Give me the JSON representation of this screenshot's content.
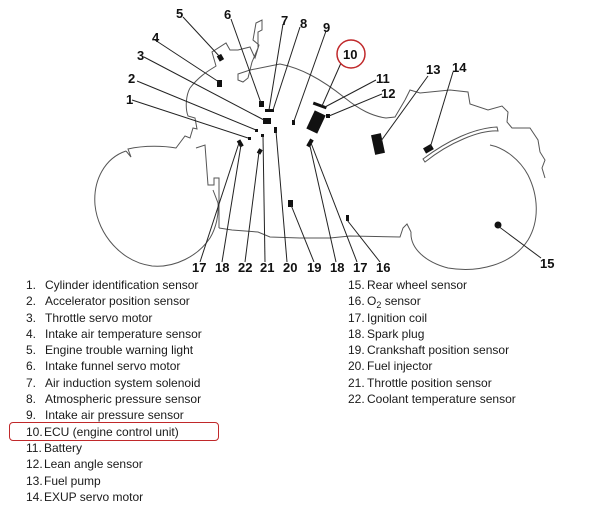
{
  "diagram": {
    "title": "Engine control component locations",
    "highlighted_callout": "10",
    "highlight_color": "#c0282a",
    "callouts_top": [
      "1",
      "2",
      "3",
      "4",
      "5",
      "6",
      "7",
      "8",
      "9",
      "10",
      "11",
      "12",
      "13",
      "14"
    ],
    "callouts_bottom": [
      "17",
      "18",
      "22",
      "21",
      "20",
      "19",
      "18",
      "17",
      "16"
    ],
    "callout_15": "15"
  },
  "legend": {
    "left": [
      {
        "num": "1.",
        "label": "Cylinder identification sensor"
      },
      {
        "num": "2.",
        "label": "Accelerator position sensor"
      },
      {
        "num": "3.",
        "label": "Throttle servo motor"
      },
      {
        "num": "4.",
        "label": "Intake air temperature sensor"
      },
      {
        "num": "5.",
        "label": "Engine trouble warning light"
      },
      {
        "num": "6.",
        "label": "Intake funnel servo motor"
      },
      {
        "num": "7.",
        "label": "Air induction system solenoid"
      },
      {
        "num": "8.",
        "label": "Atmospheric pressure sensor"
      },
      {
        "num": "9.",
        "label": "Intake air pressure sensor"
      },
      {
        "num": "10.",
        "label": "ECU (engine control unit)"
      },
      {
        "num": "11.",
        "label": "Battery"
      },
      {
        "num": "12.",
        "label": "Lean angle sensor"
      },
      {
        "num": "13.",
        "label": "Fuel pump"
      },
      {
        "num": "14.",
        "label": "EXUP servo motor"
      }
    ],
    "right": [
      {
        "num": "15.",
        "label": "Rear wheel sensor"
      },
      {
        "num": "16.",
        "label": "O",
        "sub": "2",
        "label_after": " sensor"
      },
      {
        "num": "17.",
        "label": "Ignition coil"
      },
      {
        "num": "18.",
        "label": "Spark plug"
      },
      {
        "num": "19.",
        "label": "Crankshaft position sensor"
      },
      {
        "num": "20.",
        "label": "Fuel injector"
      },
      {
        "num": "21.",
        "label": "Throttle position sensor"
      },
      {
        "num": "22.",
        "label": "Coolant temperature sensor"
      }
    ]
  }
}
